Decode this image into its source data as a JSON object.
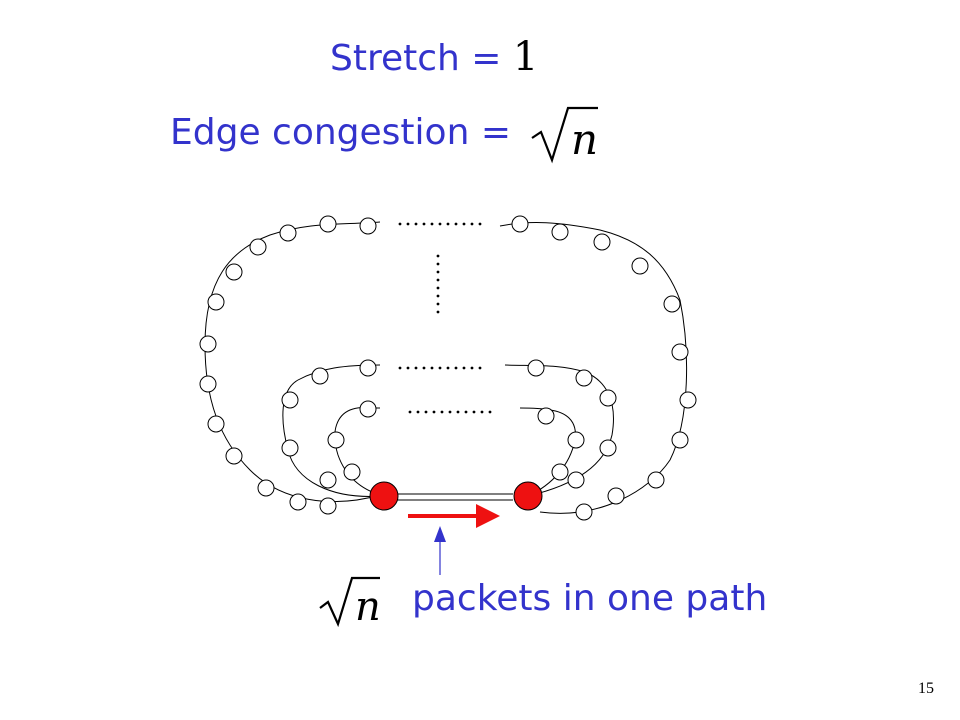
{
  "slide": {
    "stretch_label": "Stretch = ",
    "stretch_value": "1",
    "congestion_label": "Edge congestion = ",
    "sqrt_symbol": "√",
    "n_symbol": "n",
    "caption": "packets in one path",
    "page_number": "15"
  },
  "colors": {
    "text_blue": "#3333cc",
    "endpoint_red": "#ee1111",
    "arrow_red": "#ee1111",
    "pointer_blue": "#3333cc"
  }
}
